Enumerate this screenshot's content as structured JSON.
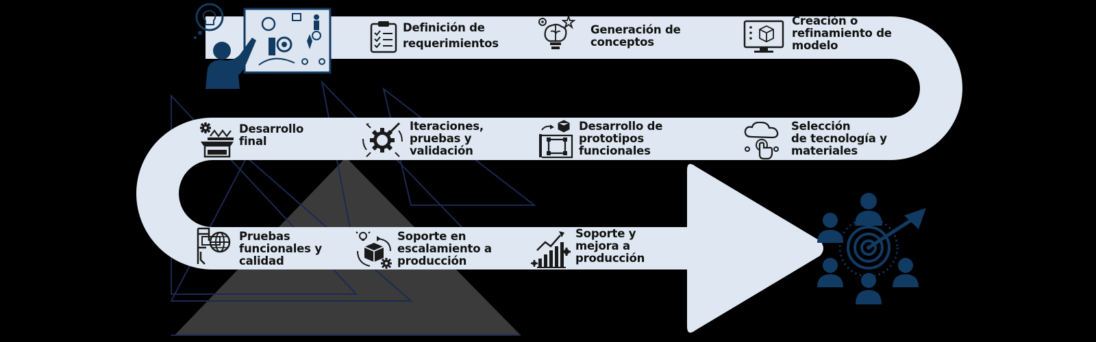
{
  "colors": {
    "background": "#000000",
    "path": "#dfe8f2",
    "accent": "#123b64",
    "icon": "#1a1a1a",
    "triangle": "#3c3c3c"
  },
  "steps": [
    {
      "label": [
        "Definición de",
        "requerimientos"
      ],
      "icon": "clipboard-checklist-icon"
    },
    {
      "label": [
        "Generación de",
        "conceptos"
      ],
      "icon": "brain-bulb-icon"
    },
    {
      "label": [
        "Creación o",
        "refinamiento de",
        "modelo"
      ],
      "icon": "monitor-cube-icon"
    },
    {
      "label": [
        "Selección",
        "de tecnología y",
        "materiales"
      ],
      "icon": "cloud-hand-icon"
    },
    {
      "label": [
        "Desarrollo  de",
        "prototipos",
        "funcionales"
      ],
      "icon": "blueprint-cube-icon"
    },
    {
      "label": [
        "Iteraciones,",
        "pruebas y",
        "validación"
      ],
      "icon": "gear-cycle-icon"
    },
    {
      "label": [
        "Desarrollo",
        "final"
      ],
      "icon": "gear-spring-box-icon"
    },
    {
      "label": [
        "Pruebas",
        "funcionales y",
        "calidad"
      ],
      "icon": "caliper-globe-icon"
    },
    {
      "label": [
        "Soporte en",
        "escalamiento a",
        "producción"
      ],
      "icon": "box-cycle-icon"
    },
    {
      "label": [
        "Soporte  y",
        "mejora a",
        "producción"
      ],
      "icon": "growth-chart-icon"
    }
  ]
}
